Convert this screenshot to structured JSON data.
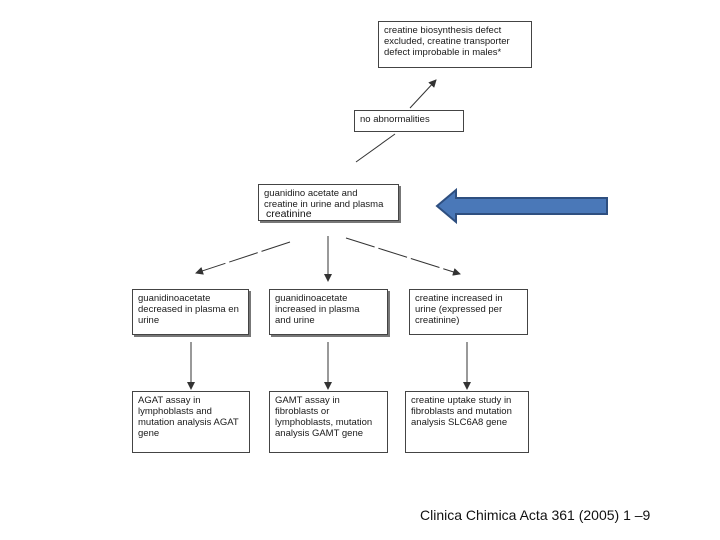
{
  "diagram": {
    "top_box": {
      "lines": [
        "creatine biosynthesis defect",
        "excluded, creatine transporter",
        "defect improbable in males*"
      ]
    },
    "no_abnormal_box": {
      "lines": [
        "no abnormalities"
      ]
    },
    "center_box": {
      "lines": [
        "guanidino acetate and",
        "creatine in urine and plasma"
      ],
      "annotation": "creatinine"
    },
    "row1": [
      {
        "lines": [
          "guanidinoacetate",
          "decreased in plasma en",
          "urine"
        ]
      },
      {
        "lines": [
          "guanidinoacetate",
          "increased in plasma",
          "and urine"
        ]
      },
      {
        "lines": [
          "creatine increased in",
          "urine (expressed per",
          "creatinine)"
        ]
      }
    ],
    "row2": [
      {
        "lines": [
          "AGAT assay in",
          "lymphoblasts and",
          "mutation analysis AGAT",
          "gene"
        ]
      },
      {
        "lines": [
          "GAMT assay in",
          "fibroblasts or",
          "lymphoblasts, mutation",
          "analysis GAMT gene"
        ]
      },
      {
        "lines": [
          "creatine uptake study in",
          "fibroblasts and mutation",
          "analysis SLC6A8 gene"
        ]
      }
    ],
    "pointer_arrow_color": "#4a78b8",
    "pointer_arrow_border": "#2e4f80"
  },
  "citation": "Clinica Chimica Acta 361 (2005) 1 –9"
}
